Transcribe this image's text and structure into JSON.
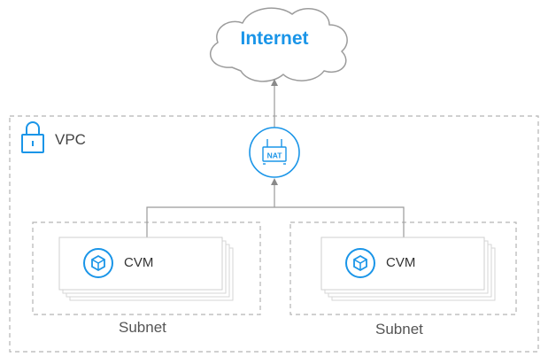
{
  "internet": {
    "label": "Internet"
  },
  "vpc": {
    "label": "VPC"
  },
  "nat": {
    "label": "NAT"
  },
  "subnets": [
    {
      "label": "Subnet",
      "instance_label": "CVM"
    },
    {
      "label": "Subnet",
      "instance_label": "CVM"
    }
  ],
  "colors": {
    "accent": "#1a95e8",
    "dashed_border": "#b3b3b3",
    "connector": "#9a9a9a"
  }
}
